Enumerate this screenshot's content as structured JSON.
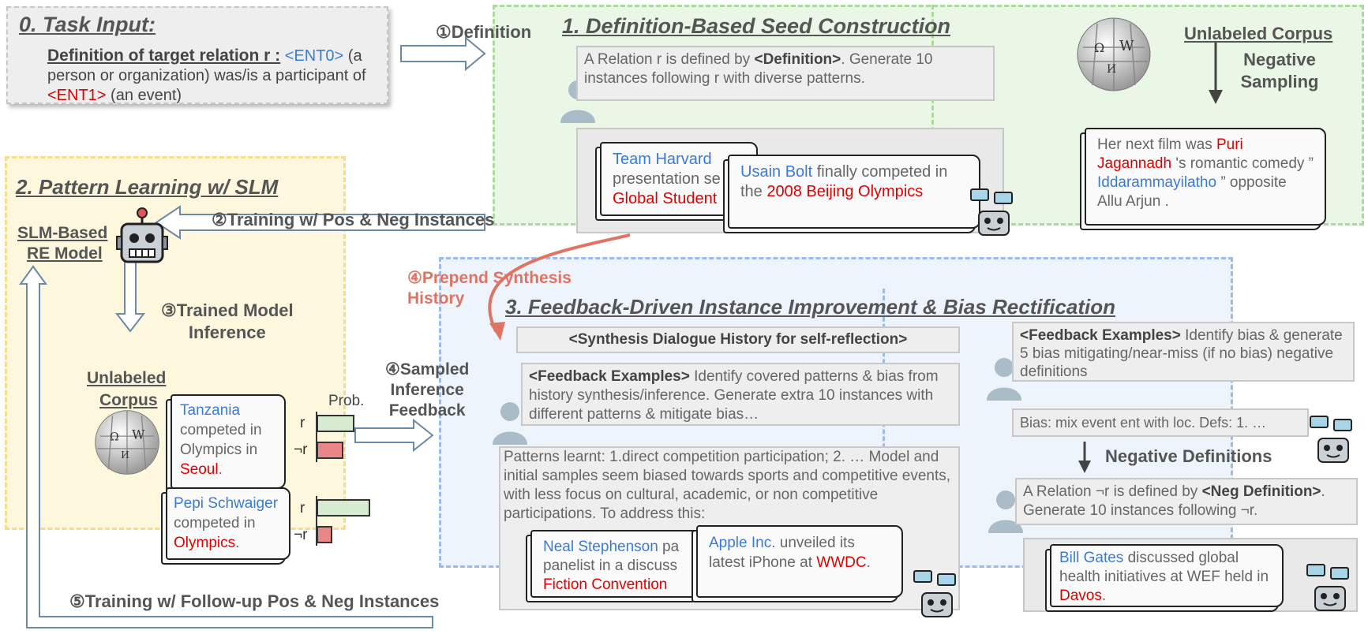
{
  "colors": {
    "entity_blue": "#3a7bd5",
    "entity_red": "#e00000",
    "panel_green": "#eaf6e6",
    "panel_yellow": "#fdf7dd",
    "panel_blue": "#eef4fc",
    "arrow_red": "#e07464",
    "arrow_gray": "#6b8aa6"
  },
  "task_input": {
    "title": "0. Task Input:",
    "def_label": "Definition of target relation r :",
    "ent0": "<ENT0>",
    "text1": "(a",
    "text2": "person or organization) was/is a participant",
    "text3": "of",
    "ent1": "<ENT1>",
    "text4": "(an event)"
  },
  "step1": {
    "label": "①Definition"
  },
  "panel1": {
    "title": "1. Definition-Based Seed Construction",
    "prompt_a": "A Relation r is defined by",
    "prompt_b": "<Definition>",
    "prompt_c": ". Generate 10 instances following r with diverse patterns.",
    "doc1": {
      "ent": "Team Harvard",
      "mid": "presentation se",
      "ent2": "Global Student"
    },
    "doc2": {
      "ent": "Usain Bolt",
      "mid": " finally competed in the",
      "ent2": "2008 Beijing Olympics"
    },
    "corpus_label": "Unlabeled Corpus",
    "neg_label": "Negative Sampling",
    "doc3": {
      "pre": "Her next film was",
      "ent_red": "Puri Jagannadh",
      "mid": " 's romantic comedy ”",
      "ent_blue": "Iddarammayilatho",
      "post": "” opposite Allu Arjun ."
    }
  },
  "panel2": {
    "title": "2. Pattern Learning w/ SLM",
    "model_label_1": "SLM-Based",
    "model_label_2": "RE Model",
    "step2": "②Training w/ Pos & Neg Instances",
    "step3_1": "③Trained Model",
    "step3_2": "Inference",
    "corpus_1": "Unlabeled",
    "corpus_2": "Corpus",
    "prob": "Prob.",
    "r": "r",
    "not_r": "¬r",
    "docA": {
      "ent": "Tanzania",
      "mid": " competed in Olympics in",
      "ent2": "Seoul",
      "end": "."
    },
    "docB": {
      "ent": "Pepi Schwaiger",
      "mid": " competed in",
      "ent2": "Olympics",
      "end": "."
    },
    "bars": [
      {
        "doc": "A",
        "r": 0.75,
        "not_r": 0.5
      },
      {
        "doc": "B",
        "r": 1.0,
        "not_r": 0.28
      }
    ]
  },
  "step4a": {
    "l1": "④Prepend Synthesis",
    "l2": "History"
  },
  "step4b": {
    "l1": "④Sampled",
    "l2": "Inference",
    "l3": "Feedback"
  },
  "step5": {
    "label": "⑤Training w/ Follow-up Pos & Neg Instances"
  },
  "panel3": {
    "title": "3. Feedback-Driven Instance Improvement & Bias Rectification",
    "history": "<Synthesis Dialogue History for self-reflection>",
    "fb1_b": "<Feedback Examples>",
    "fb1": " Identify covered patterns & bias from history synthesis/inference. Generate extra 10 instances with different patterns & mitigate bias…",
    "patterns": "Patterns learnt: 1.direct competition participation; 2. … Model and initial samples seem biased towards sports and competitive events, with less focus on cultural, academic, or non competitive participations. To address this:",
    "doc4": {
      "ent": "Neal Stephenson",
      "mid": " pa panelist in a discuss",
      "ent2": "Fiction Convention"
    },
    "doc5": {
      "ent": "Apple Inc.",
      "mid": " unveiled its latest iPhone at",
      "ent2": "WWDC",
      "end": "."
    },
    "fb2_b": "<Feedback Examples>",
    "fb2": " Identify bias & generate 5 bias mitigating/near-miss (if no bias) negative definitions",
    "bias": "Bias: mix event ent with loc. Defs: 1. …",
    "neg_defs": "Negative Definitions",
    "neg_prompt_a": "A Relation ¬r is defined by",
    "neg_prompt_b": "<Neg Definition>",
    "neg_prompt_c": ". Generate 10 instances following ¬r.",
    "doc6": {
      "ent": "Bill Gates",
      "mid": " discussed global health initiatives at WEF held in",
      "ent2": "Davos",
      "end": "."
    }
  },
  "icons": [
    "person-icon",
    "robot-icon",
    "wikipedia-globe-icon",
    "arrow-icon"
  ]
}
